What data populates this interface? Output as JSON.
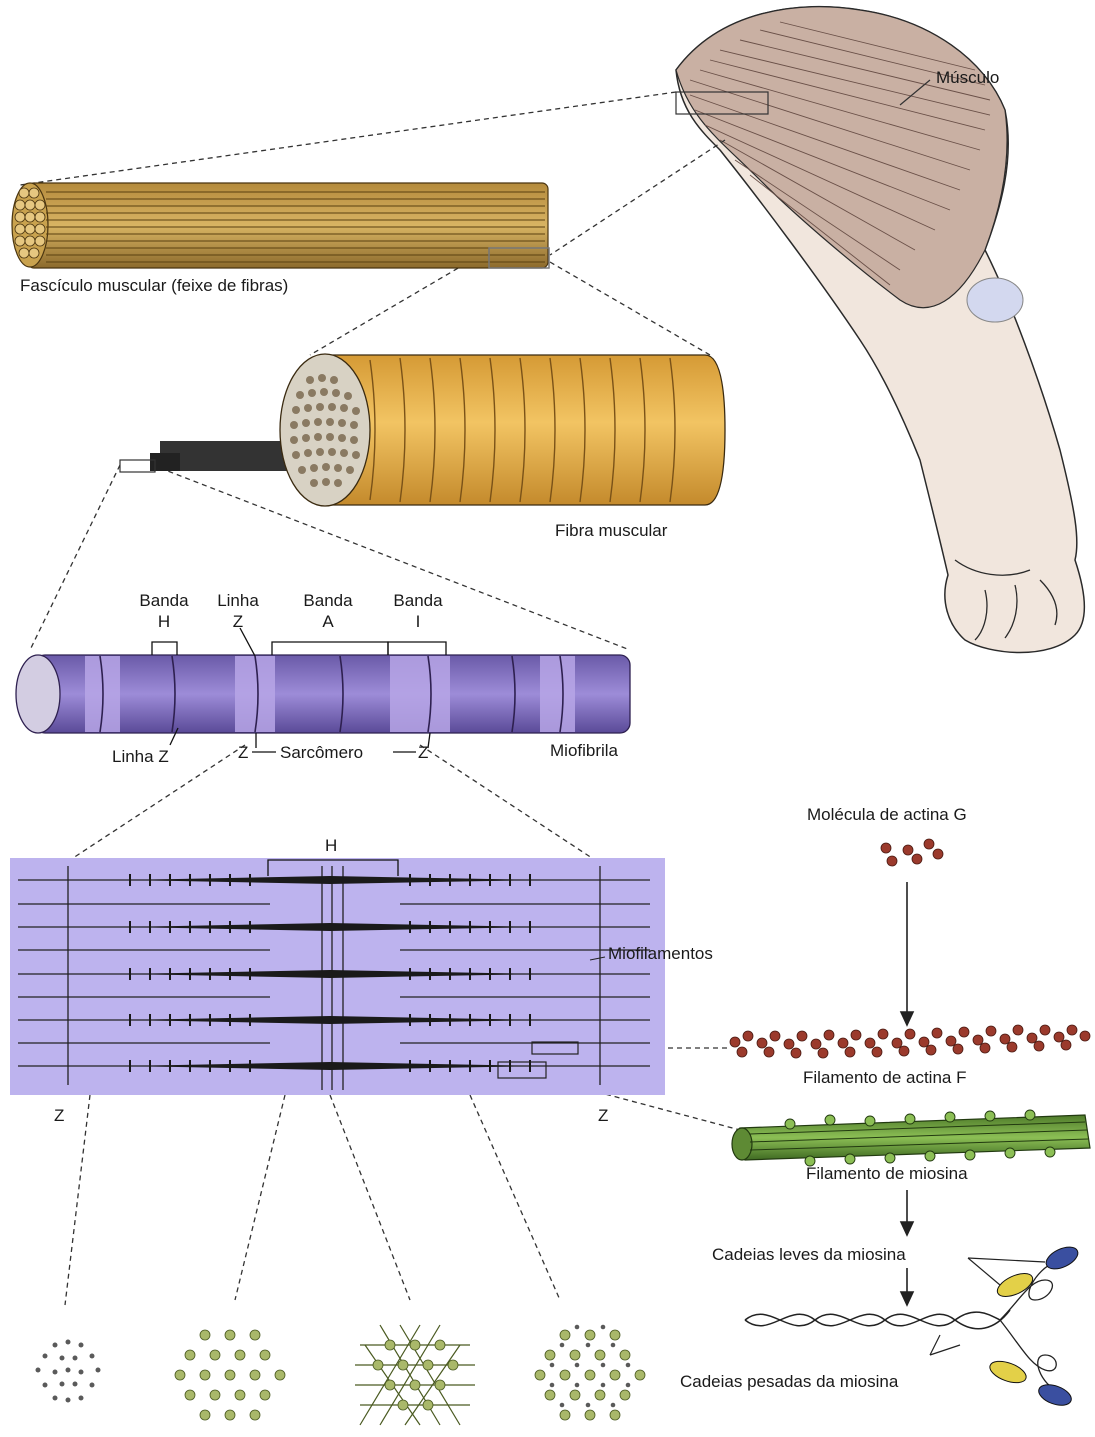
{
  "labels": {
    "musculo": "Músculo",
    "fasciculo": "Fascículo muscular (feixe de fibras)",
    "fibra": "Fibra muscular",
    "banda_h_1": "Banda",
    "banda_h_2": "H",
    "linha_z_1": "Linha",
    "linha_z_2": "Z",
    "banda_a_1": "Banda",
    "banda_a_2": "A",
    "banda_i_1": "Banda",
    "banda_i_2": "I",
    "linha_z_bottom": "Linha Z",
    "z_left": "Z",
    "sarcomero": "Sarcômero",
    "z_right": "Z",
    "miofibrila": "Miofibrila",
    "h_zone": "H",
    "miofilamentos": "Miofilamentos",
    "z_panel_left": "Z",
    "z_panel_right": "Z",
    "molecula_actina": "Molécula de actina G",
    "filamento_actina": "Filamento de actina F",
    "filamento_miosina": "Filamento de miosina",
    "cadeias_leves": "Cadeias leves da miosina",
    "cadeias_pesadas": "Cadeias pesadas da miosina"
  },
  "colors": {
    "fascicle": "#c9a24e",
    "fiber": "#e9b14c",
    "myofibril": "#8e7cc8",
    "myofibril_light": "#b7a6e6",
    "panel": "#bdb3ee",
    "actin": "#9b3a2c",
    "myosin": "#6f9a3e",
    "light_chain_yellow": "#e3d048",
    "light_chain_blue": "#3a4fa0",
    "skin": "#f1e6dd"
  }
}
